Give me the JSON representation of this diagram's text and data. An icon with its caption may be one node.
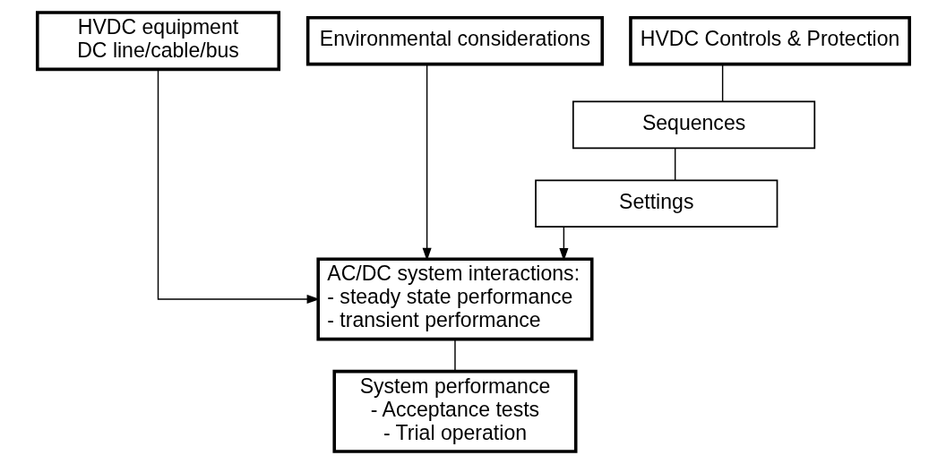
{
  "diagram": {
    "nodes": [
      {
        "text": [
          "HVDC equipment",
          "DC line/cable/bus"
        ]
      },
      {
        "text": [
          "HVDC Controls & Protection"
        ]
      },
      {
        "text": [
          "Environmental considerations"
        ]
      },
      {
        "text": [
          "Sequences"
        ]
      },
      {
        "text": [
          "Settings"
        ]
      },
      {
        "text": [
          "AC/DC system interactions:",
          "- steady state performance",
          "- transient performance"
        ]
      },
      {
        "text": [
          "System performance",
          "- Acceptance tests",
          "- Trial operation"
        ]
      }
    ],
    "edges": [
      {
        "from": 1,
        "to": 3,
        "arrow": "none"
      },
      {
        "from": 3,
        "to": 4,
        "arrow": "none"
      },
      {
        "from": 0,
        "to": 5,
        "arrow": "to"
      },
      {
        "from": 4,
        "to": 5,
        "arrow": "to"
      },
      {
        "from": 2,
        "to": 5,
        "arrow": "to"
      },
      {
        "from": 5,
        "to": 6,
        "arrow": "none"
      }
    ]
  }
}
